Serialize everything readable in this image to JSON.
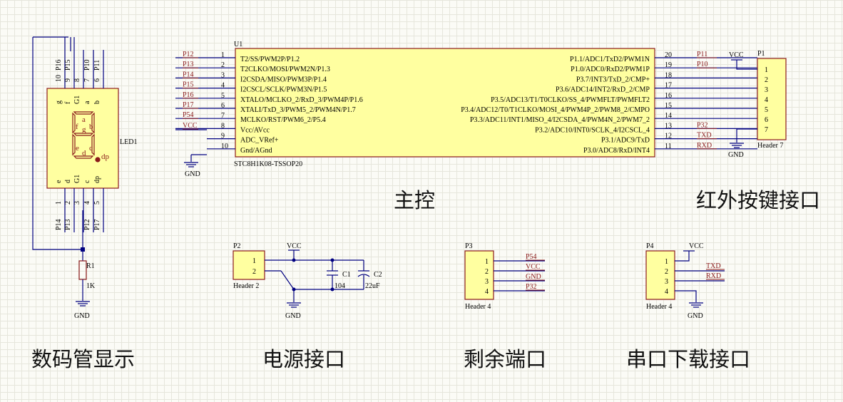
{
  "colors": {
    "wire": "#000080",
    "body_fill": "#ffffa0",
    "body_stroke": "#8b1a1a",
    "pin_text": "#000000",
    "net_label": "#8b1a1a",
    "seg_fill": "#8b1a1a"
  },
  "sections": {
    "digit_display": "数码管显示",
    "main_ctrl": "主控",
    "ir_keys": "红外按键接口",
    "power": "电源接口",
    "spare": "剩余端口",
    "serial": "串口下载接口"
  },
  "u1": {
    "designator": "U1",
    "part": "STC8H1K08-TSSOP20",
    "left_pins": [
      {
        "num": "1",
        "func": "T2/SS/PWM2P/P1.2",
        "net": "P12"
      },
      {
        "num": "2",
        "func": "T2CLKO/MOSI/PWM2N/P1.3",
        "net": "P13"
      },
      {
        "num": "3",
        "func": "I2CSDA/MISO/PWM3P/P1.4",
        "net": "P14"
      },
      {
        "num": "4",
        "func": "I2CSCL/SCLK/PWM3N/P1.5",
        "net": "P15"
      },
      {
        "num": "5",
        "func": "XTALO/MCLKO_2/RxD_3/PWM4P/P1.6",
        "net": "P16"
      },
      {
        "num": "6",
        "func": "XTALI/TxD_3/PWM5_2/PWM4N/P1.7",
        "net": "P17"
      },
      {
        "num": "7",
        "func": "MCLKO/RST/PWM6_2/P5.4",
        "net": "P54"
      },
      {
        "num": "8",
        "func": "Vcc/AVcc",
        "net": "VCC"
      },
      {
        "num": "9",
        "func": "ADC_VRef+",
        "net": ""
      },
      {
        "num": "10",
        "func": "Gnd/AGnd",
        "net": ""
      }
    ],
    "right_pins": [
      {
        "num": "20",
        "func": "P1.1/ADC1/TxD2/PWM1N",
        "net": "P11"
      },
      {
        "num": "19",
        "func": "P1.0/ADC0/RxD2/PWM1P",
        "net": "P10"
      },
      {
        "num": "18",
        "func": "P3.7/INT3/TxD_2/CMP+",
        "net": ""
      },
      {
        "num": "17",
        "func": "P3.6/ADC14/INT2/RxD_2/CMP",
        "net": ""
      },
      {
        "num": "16",
        "func": "P3.5/ADC13/T1/T0CLKO/SS_4/PWMFLT/PWMFLT2",
        "net": ""
      },
      {
        "num": "15",
        "func": "P3.4/ADC12/T0/T1CLKO/MOSI_4/PWM4P_2/PWM8_2/CMPO",
        "net": ""
      },
      {
        "num": "14",
        "func": "P3.3/ADC11/INT1/MISO_4/I2CSDA_4/PWM4N_2/PWM7_2",
        "net": ""
      },
      {
        "num": "13",
        "func": "P3.2/ADC10/INT0/SCLK_4/I2CSCL_4",
        "net": "P32"
      },
      {
        "num": "12",
        "func": "P3.1/ADC9/TxD",
        "net": "TXD"
      },
      {
        "num": "11",
        "func": "P3.0/ADC8/RxD/INT4",
        "net": "RXD"
      }
    ],
    "gnd": "GND"
  },
  "p1": {
    "designator": "P1",
    "part": "Header 7",
    "pins": [
      "1",
      "2",
      "3",
      "4",
      "5",
      "6",
      "7"
    ],
    "vcc": "VCC",
    "gnd": "GND"
  },
  "led1": {
    "designator": "LED1",
    "top_pins": [
      {
        "num": "10",
        "net": "P16"
      },
      {
        "num": "9",
        "net": "P15"
      },
      {
        "num": "8",
        "net": ""
      },
      {
        "num": "7",
        "net": "P10"
      },
      {
        "num": "6",
        "net": "P11"
      }
    ],
    "bottom_pins": [
      {
        "num": "1",
        "net": "P14"
      },
      {
        "num": "2",
        "net": "P13"
      },
      {
        "num": "3",
        "net": ""
      },
      {
        "num": "4",
        "net": "P12"
      },
      {
        "num": "5",
        "net": "P17"
      }
    ],
    "top_inner": [
      "g",
      "f",
      "G1",
      "a",
      "b"
    ],
    "bottom_inner": [
      "e",
      "d",
      "G1",
      "c",
      "dp"
    ],
    "seg_letters": [
      "a",
      "f",
      "g",
      "b",
      "e",
      "c",
      "d",
      "dp"
    ]
  },
  "r1": {
    "designator": "R1",
    "value": "1K",
    "gnd": "GND"
  },
  "p2": {
    "designator": "P2",
    "part": "Header 2",
    "pins": [
      "1",
      "2"
    ],
    "vcc": "VCC",
    "gnd": "GND"
  },
  "c1": {
    "designator": "C1",
    "value": "104"
  },
  "c2": {
    "designator": "C2",
    "value": "22uF"
  },
  "p3": {
    "designator": "P3",
    "part": "Header 4",
    "pins": [
      "1",
      "2",
      "3",
      "4"
    ],
    "nets": [
      "P54",
      "VCC",
      "GND",
      "P32"
    ]
  },
  "p4": {
    "designator": "P4",
    "part": "Header 4",
    "pins": [
      "1",
      "2",
      "3",
      "4"
    ],
    "nets": [
      "TXD",
      "RXD"
    ],
    "vcc": "VCC",
    "gnd": "GND"
  }
}
